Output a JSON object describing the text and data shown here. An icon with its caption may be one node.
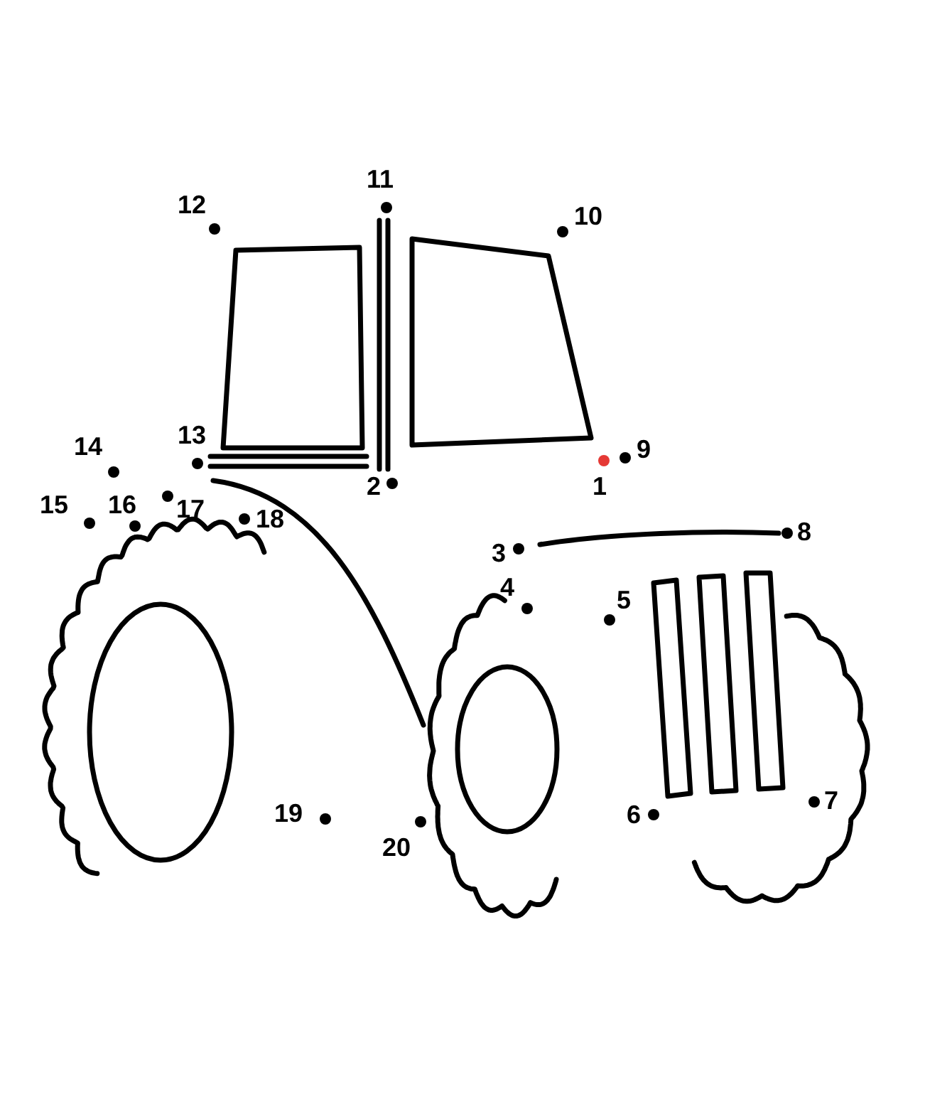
{
  "diagram": {
    "labels": [
      "11",
      "12",
      "10",
      "13",
      "14",
      "9",
      "2",
      "1",
      "15",
      "16",
      "17",
      "18",
      "3",
      "8",
      "4",
      "5",
      "19",
      "6",
      "7",
      "20"
    ]
  }
}
